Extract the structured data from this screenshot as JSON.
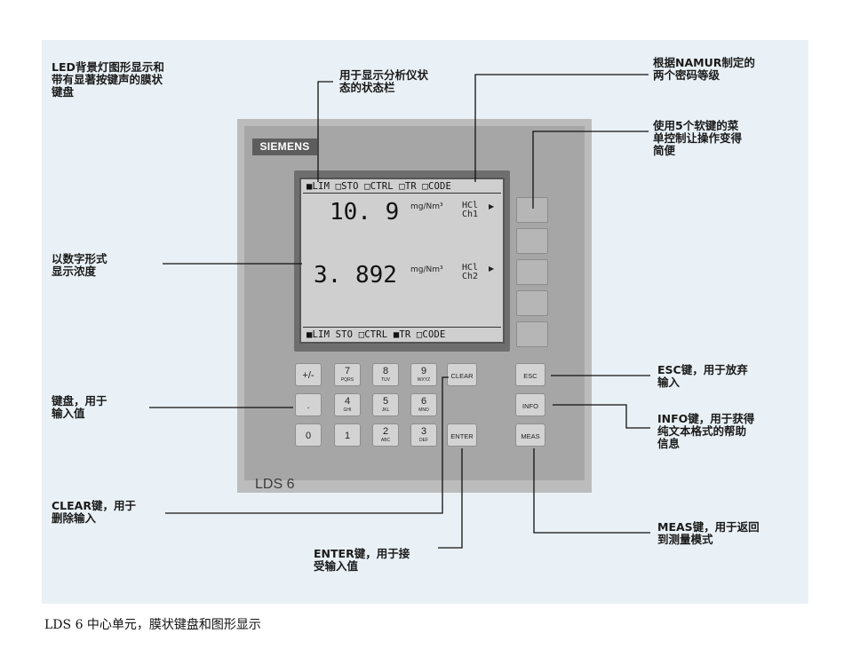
{
  "caption": "LDS 6 中心单元，膜状键盘和图形显示",
  "device": {
    "brand": "SIEMENS",
    "model": "LDS 6",
    "display": {
      "status_top": "■LIM □STO □CTRL □TR □CODE",
      "status_bottom": "■LIM  STO □CTRL ■TR □CODE",
      "reading1": {
        "value": "10. 9",
        "unit": "mg/Nm³",
        "component": "HCl",
        "channel": "Ch1"
      },
      "reading2": {
        "value": "3. 892",
        "unit": "mg/Nm³",
        "component": "HCl",
        "channel": "Ch2"
      }
    },
    "softkey_count": 5,
    "keys": {
      "plusminus": "+/-",
      "k7": {
        "num": "7",
        "letters": "PQRS"
      },
      "k8": {
        "num": "8",
        "letters": "TUV"
      },
      "k9": {
        "num": "9",
        "letters": "WXYZ"
      },
      "clear": "CLEAR",
      "dot": ".",
      "k4": {
        "num": "4",
        "letters": "GHI"
      },
      "k5": {
        "num": "5",
        "letters": "JKL"
      },
      "k6": {
        "num": "6",
        "letters": "MNO"
      },
      "k0": "0",
      "k1": "1",
      "k2": {
        "num": "2",
        "letters": "ABC"
      },
      "k3": {
        "num": "3",
        "letters": "DEF"
      },
      "enter": "ENTER",
      "esc": "ESC",
      "info": "INFO",
      "meas": "MEAS"
    }
  },
  "labels": {
    "led_keypad": "LED背景灯图形显示和\n带有显著按键声的膜状\n键盘",
    "status_bar": "用于显示分析仪状\n态的状态栏",
    "namur": "根据NAMUR制定的\n两个密码等级",
    "softkeys": "使用5个软键的菜\n单控制让操作变得\n简便",
    "concentration": "以数字形式\n显示浓度",
    "keypad": "键盘，用于\n输入值",
    "esc": "ESC键，用于放弃\n输入",
    "info": "INFO键，用于获得\n纯文本格式的帮助\n信息",
    "clear": "CLEAR键，用于\n删除输入",
    "enter": "ENTER键，用于接\n受输入值",
    "meas": "MEAS键，用于返回\n到测量模式"
  }
}
